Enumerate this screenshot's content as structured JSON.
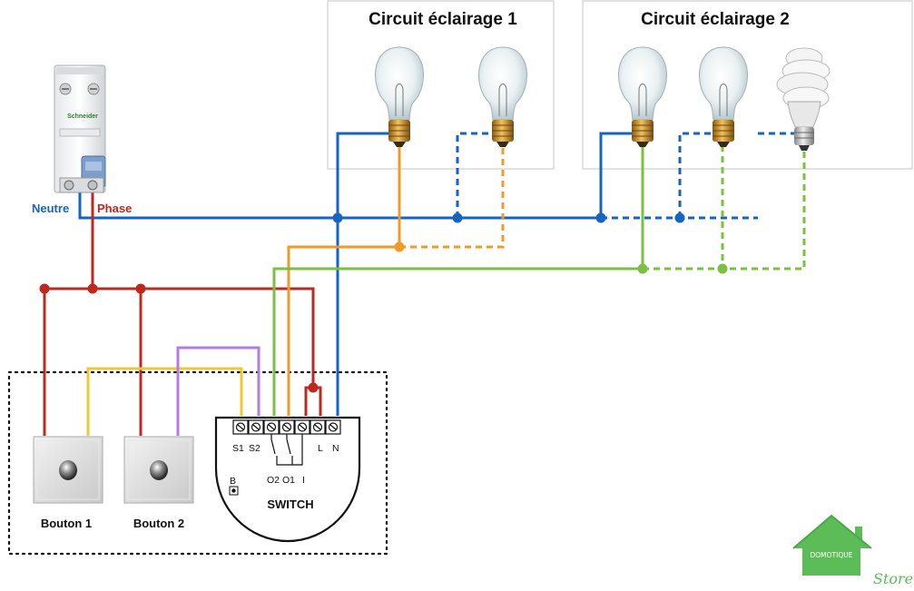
{
  "circuits": [
    {
      "title": "Circuit éclairage 1"
    },
    {
      "title": "Circuit éclairage 2"
    }
  ],
  "breaker": {
    "brand": "Schneider",
    "neutral_label": "Neutre",
    "phase_label": "Phase"
  },
  "buttons": [
    {
      "label": "Bouton 1"
    },
    {
      "label": "Bouton 2"
    }
  ],
  "module": {
    "title": "SWITCH",
    "terminals": [
      "S1",
      "S2",
      "L",
      "N"
    ],
    "outputs": [
      "O2",
      "O1",
      "I"
    ],
    "b_label": "B"
  },
  "logo": {
    "top": "DOMOTIQUE",
    "bottom": "Store"
  },
  "colors": {
    "neutral": "#1565c0",
    "phase": "#c0281e",
    "circuit1": "#f09a28",
    "circuit2": "#7bc043",
    "button_link": "#f2c832",
    "purple": "#b57be0",
    "logo": "#5cbd58"
  }
}
